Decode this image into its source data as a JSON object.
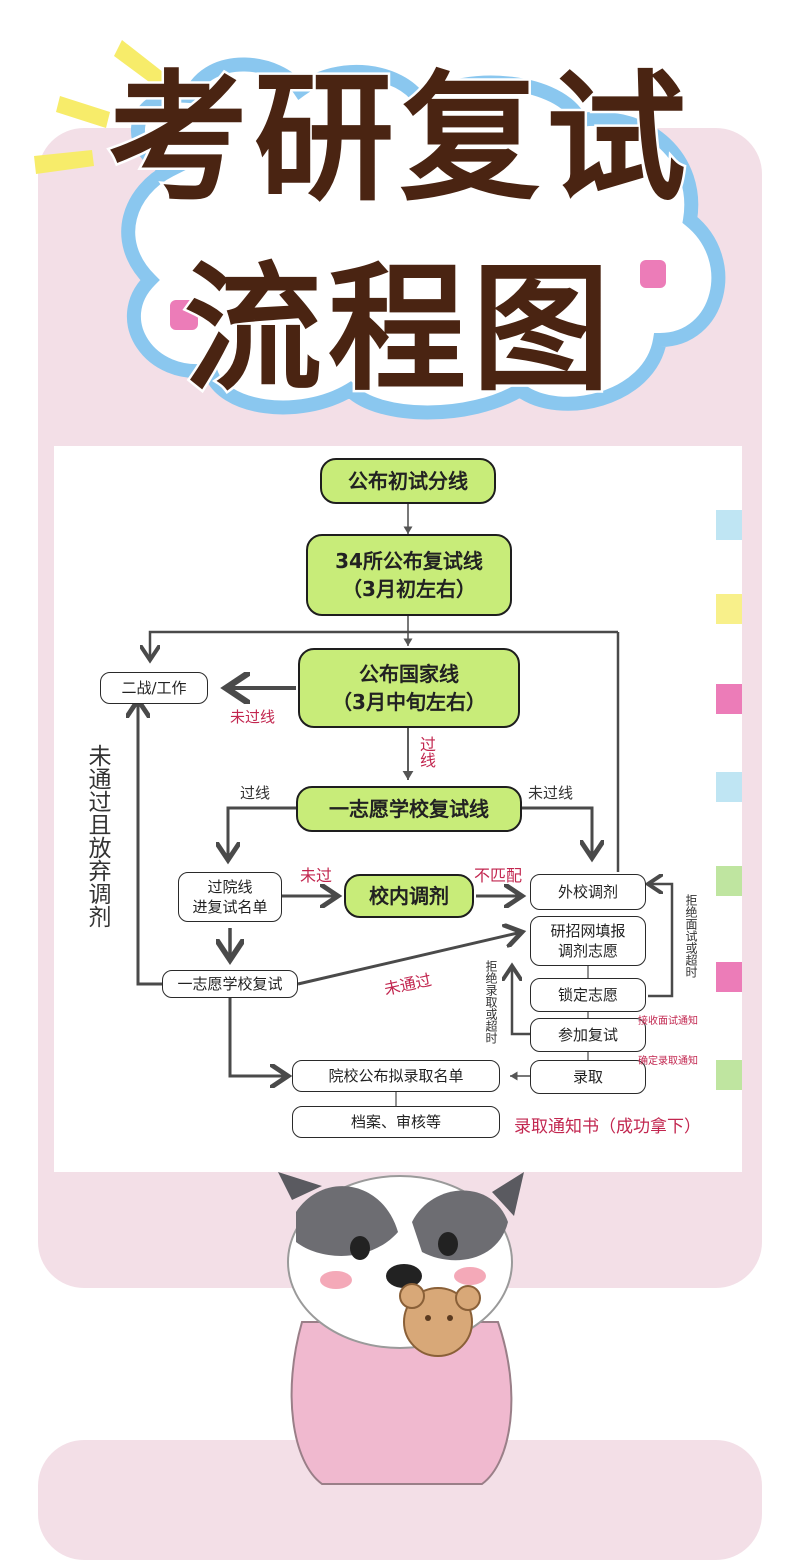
{
  "title": {
    "line1": "考研复试",
    "line2": "流程图"
  },
  "nodes": {
    "n1": "公布初试分线",
    "n2a": "34所公布复试线",
    "n2b": "（3月初左右）",
    "n3a": "公布国家线",
    "n3b": "（3月中旬左右）",
    "n4": "一志愿学校复试线",
    "n5a": "过院线",
    "n5b": "进复试名单",
    "n6": "校内调剂",
    "n7": "外校调剂",
    "n8a": "研招网填报",
    "n8b": "调剂志愿",
    "n9": "锁定志愿",
    "n10": "参加复试",
    "n11": "录取",
    "n12": "一志愿学校复试",
    "n13": "院校公布拟录取名单",
    "n14": "档案、审核等",
    "n15": "二战/工作"
  },
  "labels": {
    "fail_national": "未过线",
    "pass_national": "过线",
    "pass": "过线",
    "fail": "未过线",
    "not_pass": "未过",
    "no_match": "不匹配",
    "not_passed": "未通过",
    "fail_abandon": "未通过且放弃调剂",
    "reject_interview": "拒绝面试或超时",
    "reject_admit": "拒绝录取或超时",
    "receive_interview": "接收面试通知",
    "confirm_admit": "确定录取通知",
    "offer_letter": "录取通知书（成功拿下）"
  },
  "colors": {
    "title": "#4a2412",
    "card": "#f3dfe7",
    "node_green": "#c8ec79",
    "arrow": "#4a4a4a",
    "red_label": "#c2264f"
  }
}
